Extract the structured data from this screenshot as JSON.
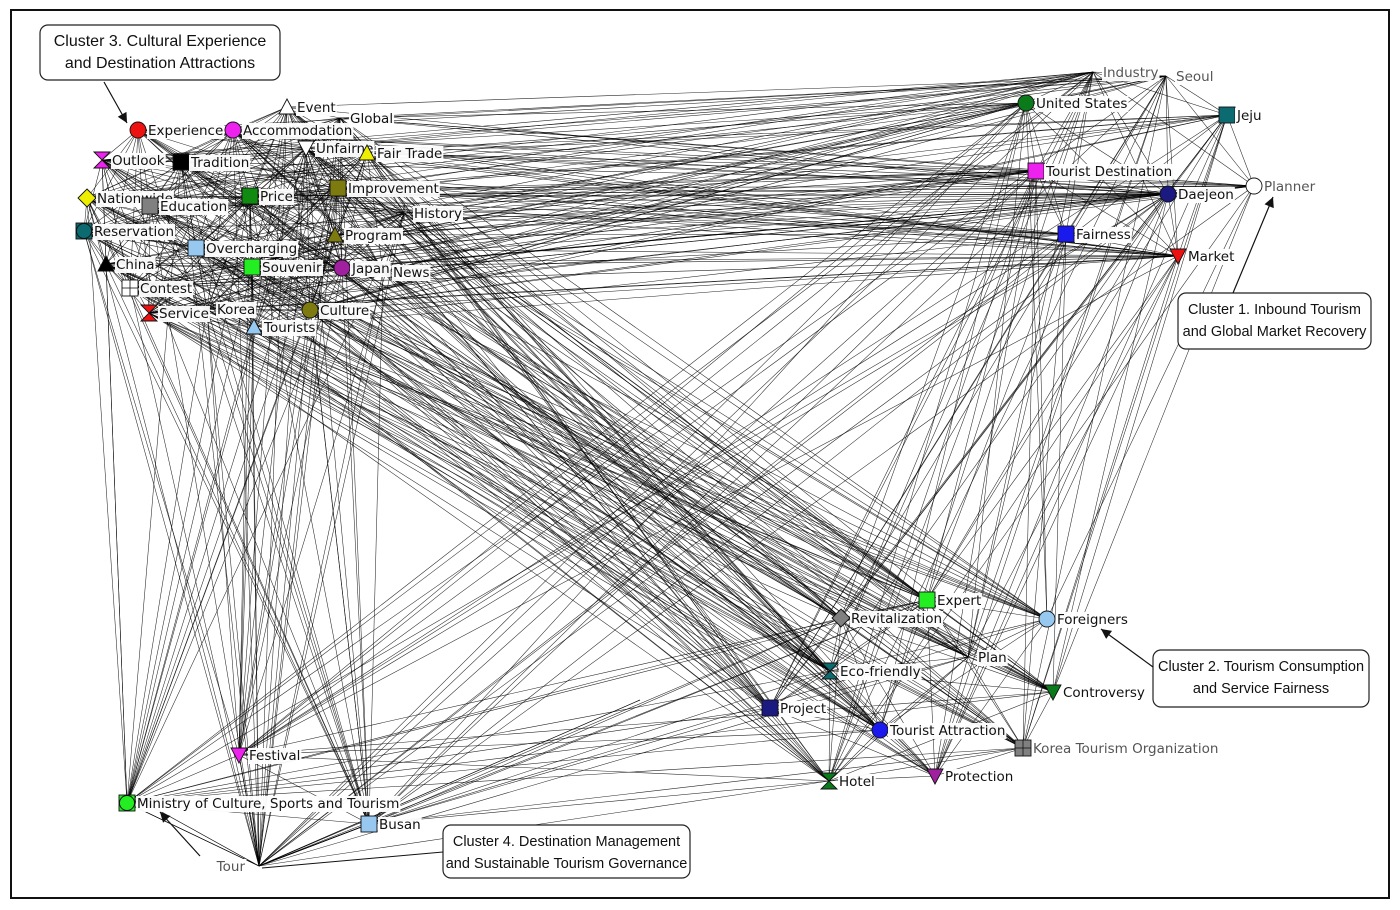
{
  "colors": {
    "edge": "#000000",
    "red": "#ee1111",
    "magenta": "#ee22ee",
    "yellow": "#eeee00",
    "olive": "#7d7a10",
    "green": "#118a11",
    "lime": "#22ee22",
    "grey": "#808080",
    "teal": "#0b6b70",
    "lightblue": "#96c8f0",
    "purple": "#a020a0",
    "darkgreen": "#0b7a1a",
    "navy": "#1a1a80",
    "blue": "#1a1aee",
    "white": "#ffffff",
    "black": "#000000"
  },
  "nodes": [
    {
      "id": "event",
      "label": "Event",
      "shape": "triangle-up",
      "color": "white"
    },
    {
      "id": "experience",
      "label": "Experience",
      "shape": "circle",
      "color": "red"
    },
    {
      "id": "accommodation",
      "label": "Accommodation",
      "shape": "circle",
      "color": "magenta"
    },
    {
      "id": "global",
      "label": "Global",
      "shape": "none",
      "color": "white"
    },
    {
      "id": "unfairness",
      "label": "Unfairne",
      "shape": "triangle-down",
      "color": "white"
    },
    {
      "id": "fairtrade",
      "label": "Fair Trade",
      "shape": "triangle-up",
      "color": "yellow"
    },
    {
      "id": "outlook",
      "label": "Outlook",
      "shape": "hourglass",
      "color": "magenta"
    },
    {
      "id": "tradition",
      "label": "Tradition",
      "shape": "square",
      "color": "black"
    },
    {
      "id": "improvement",
      "label": "Improvement",
      "shape": "square",
      "color": "olive"
    },
    {
      "id": "nationwide",
      "label": "Nationwide",
      "shape": "diamond",
      "color": "yellow"
    },
    {
      "id": "price",
      "label": "Price",
      "shape": "square",
      "color": "green"
    },
    {
      "id": "education",
      "label": "Education",
      "shape": "square",
      "color": "grey"
    },
    {
      "id": "history",
      "label": "History",
      "shape": "plus",
      "color": "black"
    },
    {
      "id": "reservation",
      "label": "Reservation",
      "shape": "circle-square",
      "color": "teal"
    },
    {
      "id": "program",
      "label": "Program",
      "shape": "triangle-up",
      "color": "olive"
    },
    {
      "id": "overcharging",
      "label": "Overcharging",
      "shape": "square",
      "color": "lightblue"
    },
    {
      "id": "china",
      "label": "China",
      "shape": "triangle-up",
      "color": "black"
    },
    {
      "id": "souvenir",
      "label": "Souvenir",
      "shape": "square",
      "color": "lime"
    },
    {
      "id": "japan",
      "label": "Japan",
      "shape": "circle",
      "color": "purple"
    },
    {
      "id": "news",
      "label": "News",
      "shape": "none",
      "color": "white"
    },
    {
      "id": "contest",
      "label": "Contest",
      "shape": "grid",
      "color": "white"
    },
    {
      "id": "korea",
      "label": "Korea",
      "shape": "none",
      "color": "white"
    },
    {
      "id": "culture",
      "label": "Culture",
      "shape": "circle",
      "color": "olive"
    },
    {
      "id": "service",
      "label": "Service",
      "shape": "hourglass",
      "color": "red"
    },
    {
      "id": "tourists",
      "label": "Tourists",
      "shape": "triangle-up",
      "color": "lightblue"
    },
    {
      "id": "industry",
      "label": "Industry",
      "shape": "none",
      "color": "white"
    },
    {
      "id": "seoul",
      "label": "Seoul",
      "shape": "none",
      "color": "white"
    },
    {
      "id": "unitedstates",
      "label": "United States",
      "shape": "circle",
      "color": "darkgreen"
    },
    {
      "id": "jeju",
      "label": "Jeju",
      "shape": "square",
      "color": "teal"
    },
    {
      "id": "touristdestination",
      "label": "Tourist Destination",
      "shape": "square",
      "color": "magenta"
    },
    {
      "id": "planner",
      "label": "Planner",
      "shape": "circle",
      "color": "white"
    },
    {
      "id": "daejeon",
      "label": "Daejeon",
      "shape": "circle",
      "color": "navy"
    },
    {
      "id": "fairness",
      "label": "Fairness",
      "shape": "square",
      "color": "blue"
    },
    {
      "id": "market",
      "label": "Market",
      "shape": "triangle-down",
      "color": "red"
    },
    {
      "id": "expert",
      "label": "Expert",
      "shape": "square",
      "color": "lime"
    },
    {
      "id": "revitalization",
      "label": "Revitalization",
      "shape": "diamond",
      "color": "grey"
    },
    {
      "id": "foreigners",
      "label": "Foreigners",
      "shape": "circle",
      "color": "lightblue"
    },
    {
      "id": "plan",
      "label": "Plan",
      "shape": "none",
      "color": "white"
    },
    {
      "id": "ecofriendly",
      "label": "Eco-friendly",
      "shape": "hourglass",
      "color": "teal"
    },
    {
      "id": "controversy",
      "label": "Controversy",
      "shape": "triangle-down",
      "color": "darkgreen"
    },
    {
      "id": "project",
      "label": "Project",
      "shape": "square",
      "color": "navy"
    },
    {
      "id": "touristattraction",
      "label": "Tourist Attraction",
      "shape": "circle",
      "color": "blue"
    },
    {
      "id": "kto",
      "label": "Korea Tourism Organization",
      "shape": "grid",
      "color": "grey"
    },
    {
      "id": "festival",
      "label": "Festival",
      "shape": "triangle-down",
      "color": "magenta"
    },
    {
      "id": "hotel",
      "label": "Hotel",
      "shape": "hourglass",
      "color": "darkgreen"
    },
    {
      "id": "protection",
      "label": "Protection",
      "shape": "triangle-down",
      "color": "purple"
    },
    {
      "id": "mcst",
      "label": "Ministry of Culture, Sports and Tourism",
      "shape": "circle-square",
      "color": "lime"
    },
    {
      "id": "busan",
      "label": "Busan",
      "shape": "square",
      "color": "lightblue"
    },
    {
      "id": "tour",
      "label": "Tour",
      "shape": "none",
      "color": "white"
    }
  ],
  "clusters": [
    {
      "id": "c3",
      "lines": [
        "Cluster 3. Cultural Experience",
        "and Destination Attractions"
      ]
    },
    {
      "id": "c1",
      "lines": [
        "Cluster 1. Inbound Tourism",
        "and Global Market Recovery"
      ]
    },
    {
      "id": "c2",
      "lines": [
        "Cluster 2. Tourism Consumption",
        "and Service Fairness"
      ]
    },
    {
      "id": "c4",
      "lines": [
        "Cluster 4. Destination Management",
        "and Sustainable Tourism Governance"
      ]
    }
  ]
}
